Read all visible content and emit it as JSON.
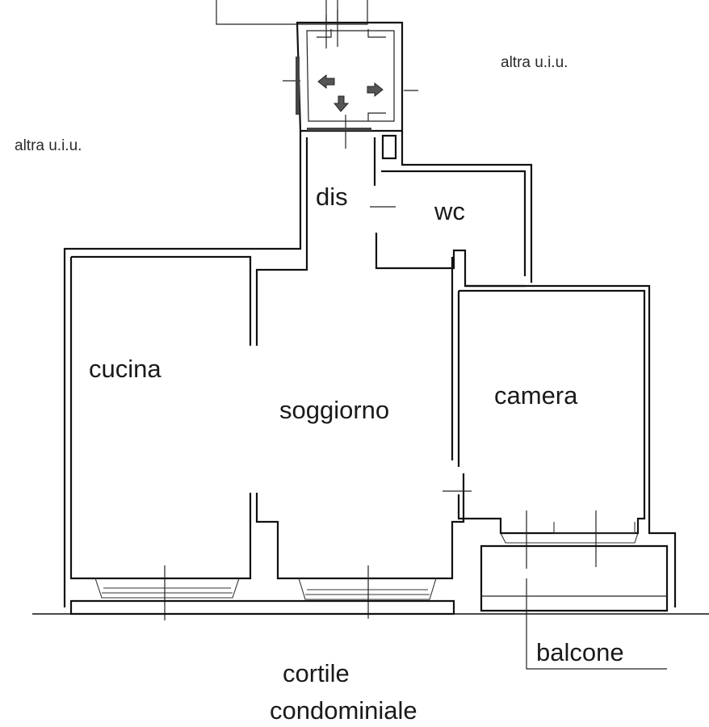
{
  "labels": {
    "other_unit_top_right": "altra u.i.u.",
    "other_unit_left": "altra u.i.u.",
    "corridor": "dis",
    "bathroom": "wc",
    "kitchen": "cucina",
    "living_room": "soggiorno",
    "bedroom": "camera",
    "balcony": "balcone",
    "courtyard_line1": "cortile",
    "courtyard_line2": "condominiale"
  },
  "colors": {
    "lines": "#111111",
    "background": "#ffffff"
  }
}
